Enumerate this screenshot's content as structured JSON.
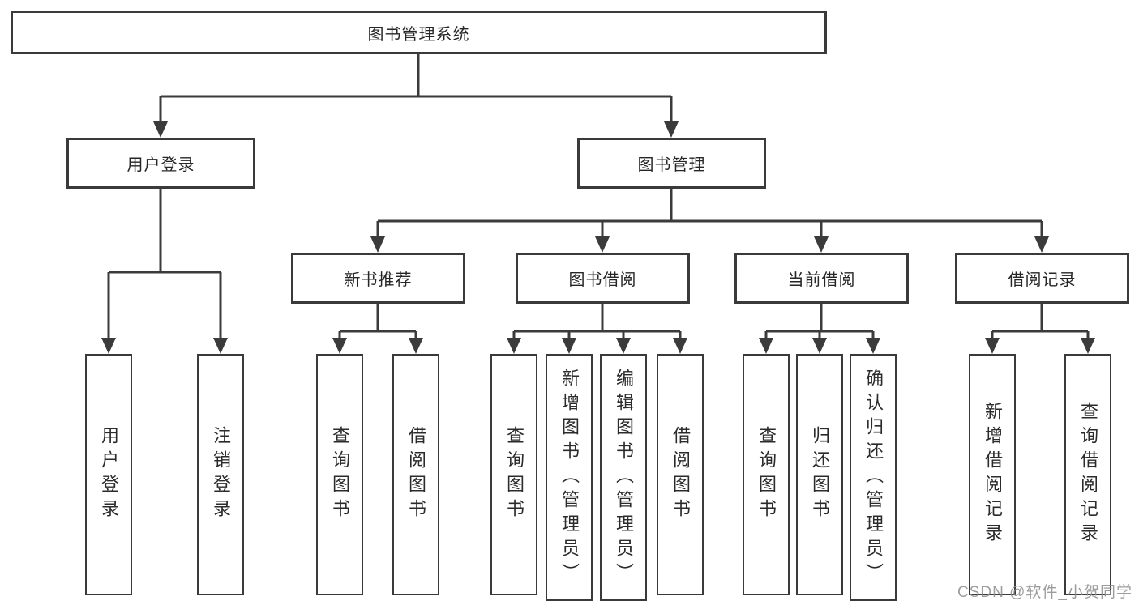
{
  "diagram": {
    "root": {
      "label": "图书管理系统"
    },
    "branches": [
      {
        "label": "用户登录",
        "children": [
          {
            "label": "用户登录"
          },
          {
            "label": "注销登录"
          }
        ]
      },
      {
        "label": "图书管理",
        "children": [
          {
            "label": "新书推荐",
            "children": [
              {
                "label": "查询图书"
              },
              {
                "label": "借阅图书"
              }
            ]
          },
          {
            "label": "图书借阅",
            "children": [
              {
                "label": "查询图书"
              },
              {
                "label": "新增图书（管理员）"
              },
              {
                "label": "编辑图书（管理员）"
              },
              {
                "label": "借阅图书"
              }
            ]
          },
          {
            "label": "当前借阅",
            "children": [
              {
                "label": "查询图书"
              },
              {
                "label": "归还图书"
              },
              {
                "label": "确认归还（管理员）"
              }
            ]
          },
          {
            "label": "借阅记录",
            "children": [
              {
                "label": "新增借阅记录"
              },
              {
                "label": "查询借阅记录"
              }
            ]
          }
        ]
      }
    ]
  },
  "watermark": "CSDN @软件_小贺同学",
  "colors": {
    "line": "#3b3b3b",
    "box_border": "#3a3a3a",
    "text": "#2b2b2b",
    "watermark": "#8c8c8c",
    "background": "#ffffff"
  }
}
